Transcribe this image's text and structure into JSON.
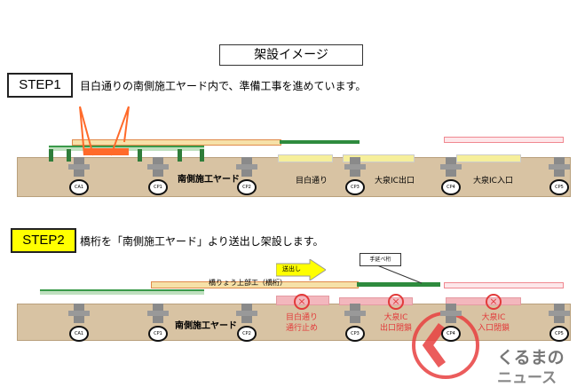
{
  "title": "架設イメージ",
  "step1": {
    "label": "STEP1",
    "description": "目白通りの南側施工ヤード内で、準備工事を進めています。",
    "areas": [
      "南側施工ヤード",
      "目白通り",
      "大泉IC出口",
      "大泉IC入口"
    ],
    "piers": [
      "CA1",
      "CP1",
      "CP2",
      "CP3",
      "CP4",
      "CP5"
    ]
  },
  "step2": {
    "label": "STEP2",
    "description": "橋桁を「南側施工ヤード」より送出し架設します。",
    "arrow_label": "送出し",
    "nose_label": "手延べ桁",
    "girder_label": "橋りょう上部工（橋桁）",
    "yard_label": "南側施工ヤード",
    "closures": [
      "目白通り\n通行止め",
      "大泉IC\n出口閉鎖",
      "大泉IC\n入口閉鎖"
    ],
    "piers": [
      "CA1",
      "CP1",
      "CP2",
      "CP3",
      "CP4",
      "CP5"
    ]
  },
  "logo": {
    "text1": "くるまの",
    "text2": "ニュース"
  },
  "colors": {
    "step2_bg": "#ffff00",
    "ground": "#d8c3a3",
    "closure": "#e23a3a"
  }
}
